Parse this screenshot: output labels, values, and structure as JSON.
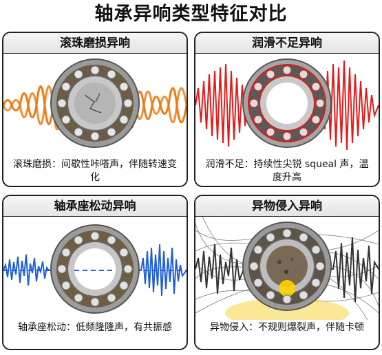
{
  "page": {
    "title": "轴承异响类型特征对比"
  },
  "panels": [
    {
      "heading": "滚珠磨损异响",
      "caption": "滚珠磨损：间歇性咔嗒声，伴随转速变化",
      "wave_color": "#f07a12",
      "race_accent": "#8a8a8a"
    },
    {
      "heading": "润滑不足异响",
      "caption": "润滑不足：持续性尖锐 squeal 声，温度升高",
      "wave_color": "#e31b1b",
      "race_accent": "#d62020"
    },
    {
      "heading": "轴承座松动异响",
      "caption": "轴承座松动：低频隆隆声，有共振感",
      "wave_color": "#1f5fd6",
      "race_accent": "#8a8a8a"
    },
    {
      "heading": "异物侵入异响",
      "caption": "异物侵入：不规则爆裂声，伴随卡顿",
      "wave_color": "#333333",
      "race_accent": "#f2c200"
    }
  ]
}
